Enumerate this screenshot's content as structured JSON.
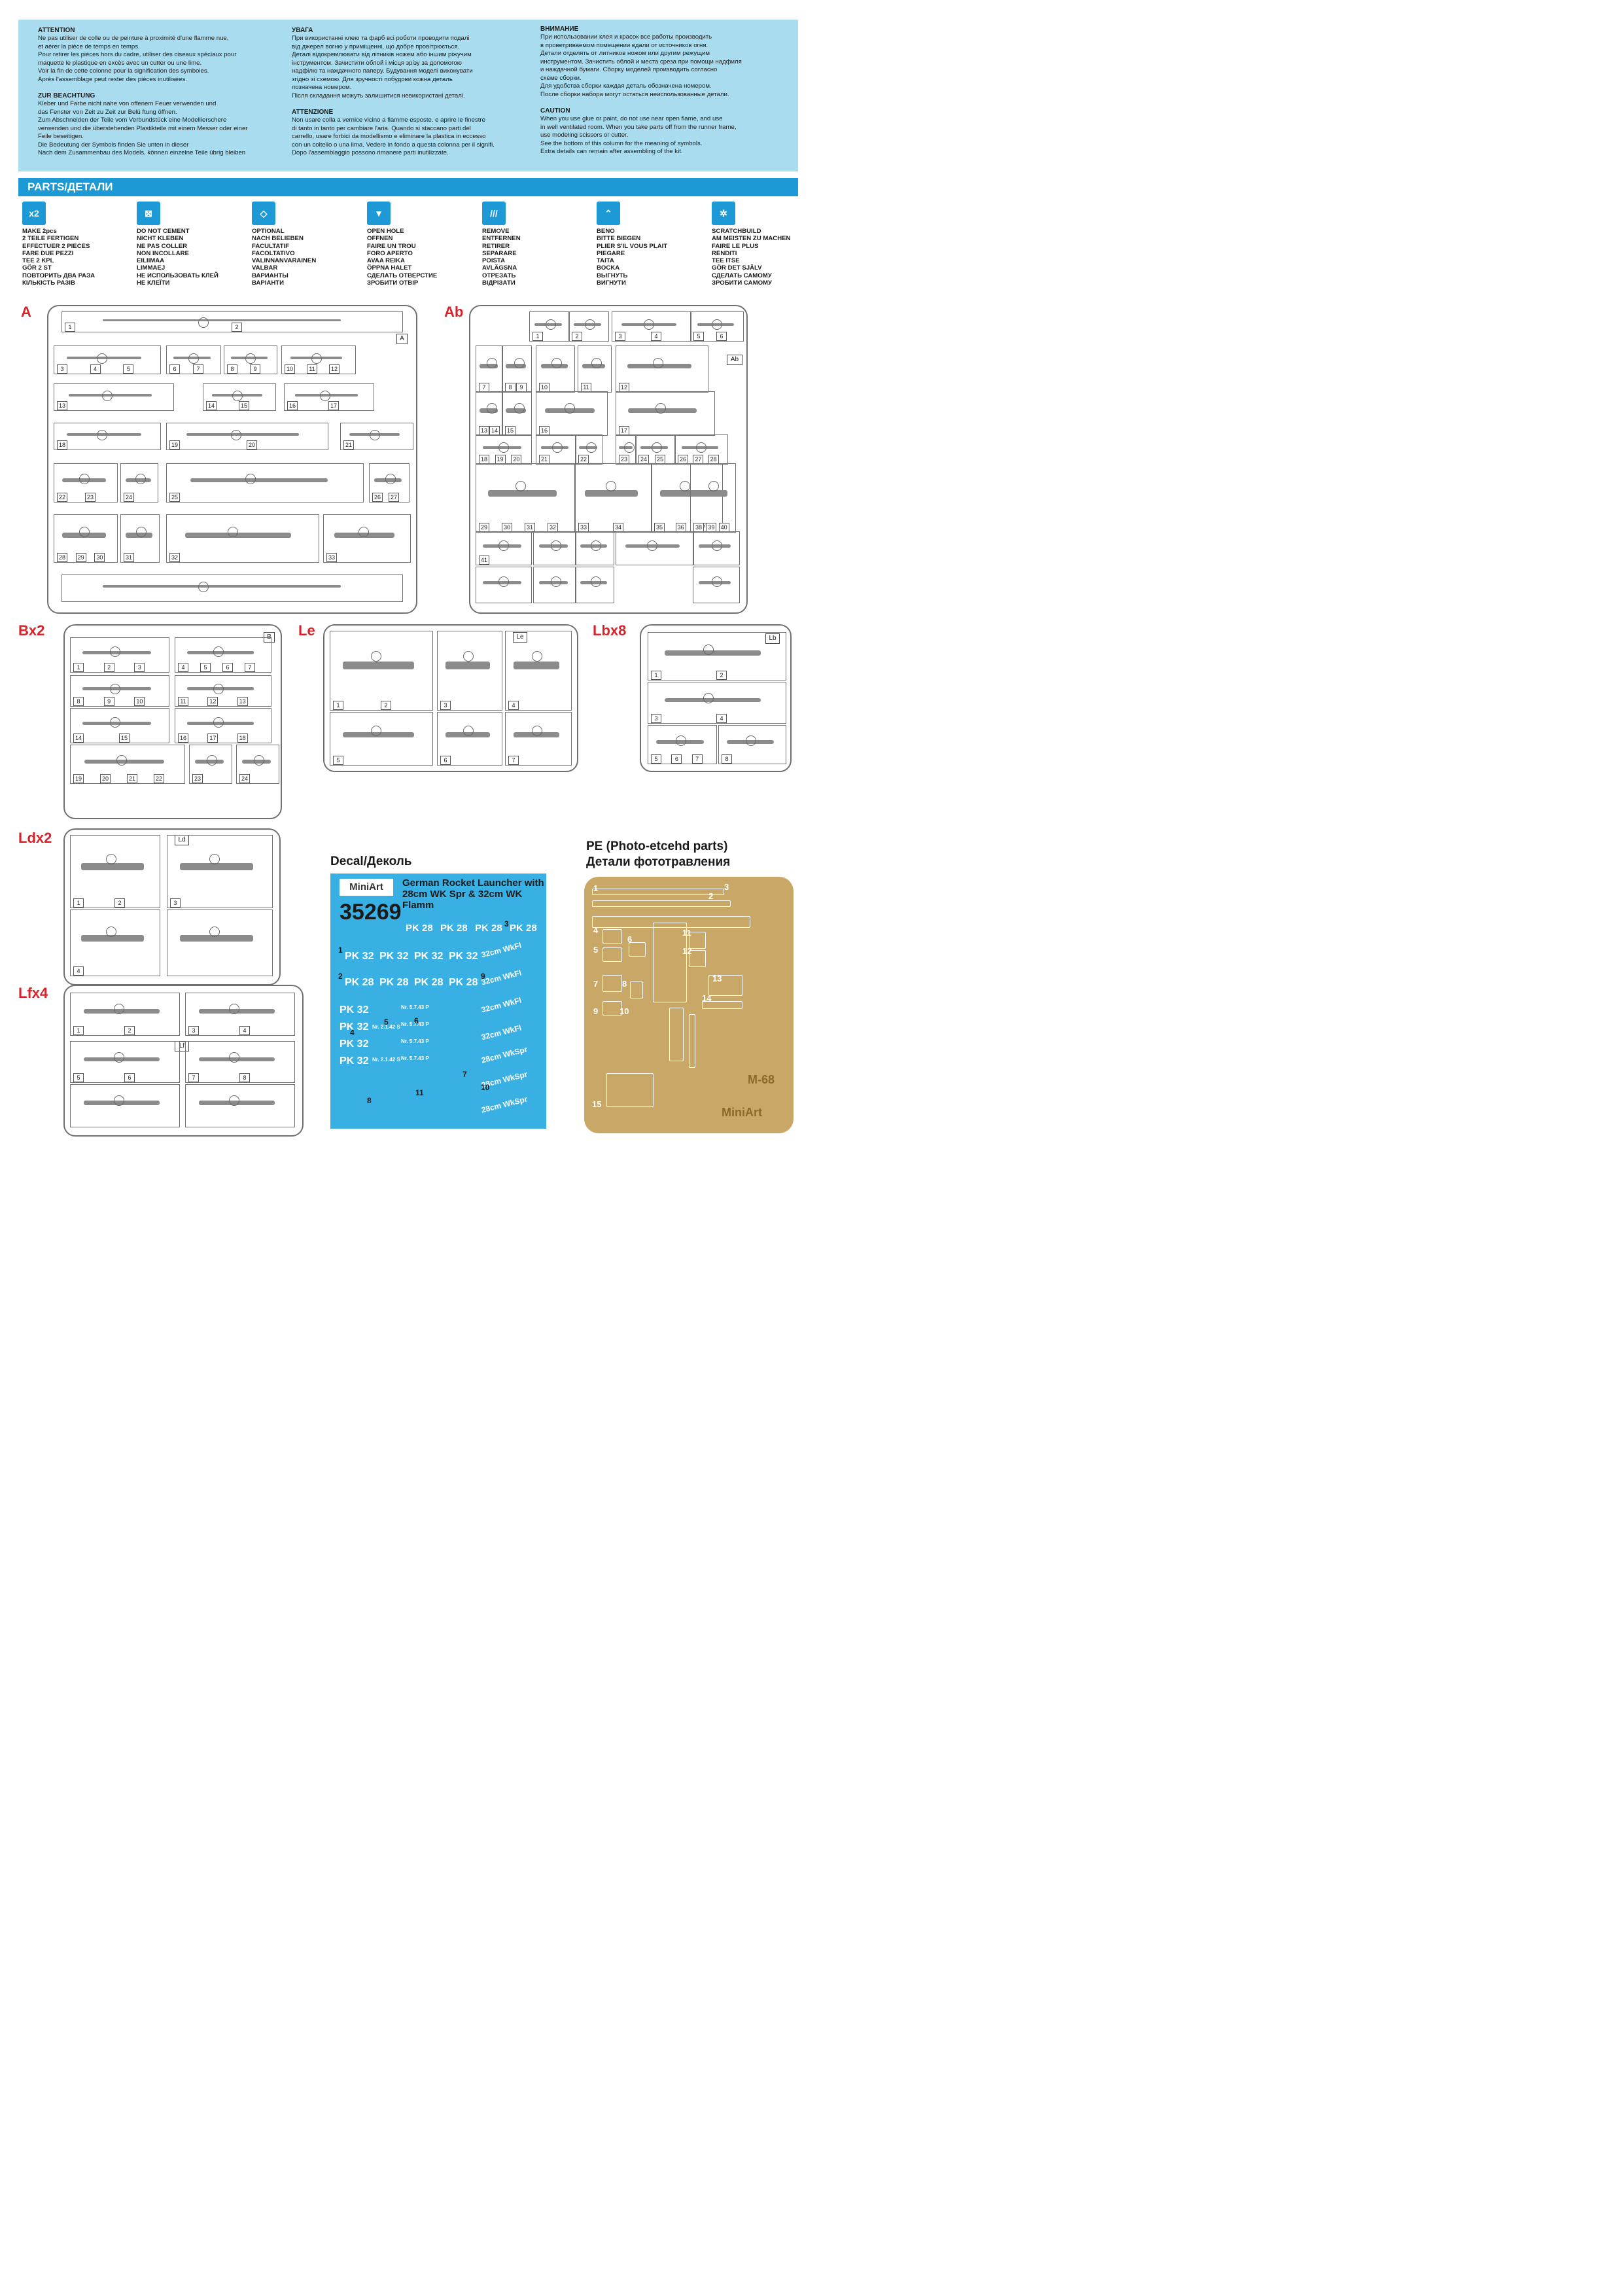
{
  "warnings": {
    "col1": [
      {
        "heading": "ATTENTION",
        "text": "Ne pas utiliser de colle ou de peinture à proximité d'une flamme nue,\net aérer la pièce de temps en temps.\nPour retirer les pièces hors du cadre, utiliser des ciseaux spéciaux pour\nmaquette le plastique en excès avec un cutter ou une lime.\nVoir la fin de cette colonne pour la signification des symboles.\nAprès l'assemblage peut rester des pièces inutilisées."
      },
      {
        "heading": "ZUR BEACHTUNG",
        "text": "Kleber und Farbe nicht nahe von offenem Feuer verwenden und\ndas Fenster von Zeit zu Zeit zur Belü ftung öffnen.\nZum Abschneiden der Teile vom Verbundstück eine Modellierschere\nverwenden und die überstehenden Plastikteile mit einem Messer oder einer\nFeile beseitigen.\nDie Bedeutung der Symbols finden Sie unten in dieser\nNach dem Zusammenbau des Models, können einzelne Teile übrig bleiben"
      }
    ],
    "col2": [
      {
        "heading": "УВАГА",
        "text": "При використанні клею та фарб всі роботи проводити подалі\nвід джерел вогню у приміщенні, що добре провітрюється.\nДеталі відокремлювати від літників ножем або іншим ріжучим\nінструментом. Зачистити облой і місця зрізу за допомогою\nнадфілю та наждачного паперу. Будування моделі виконувати\nзгідно зі схемою. Для зручності побудови кожна деталь\nпозначена номером.\nПісля складання можуть залишитися невикористані деталі."
      },
      {
        "heading": "ATTENZIONE",
        "text": "Non usare colla a vernice vicino a flamme esposte. e aprire le finestre\ndi tanto in tanto per cambiare l'aria. Quando si staccano parti del\ncarrello, usare forbici da modellismo e eliminare la plastica in eccesso\ncon un coltello o una lima. Vedere in fondo a questa colonna per il signifi.\nDopo l'assemblaggio possono rimanere parti inutilizzate."
      }
    ],
    "col3": [
      {
        "heading": "ВНИМАНИЕ",
        "text": "При использовании клея и красок все работы производить\nв проветриваемом помещении вдали от источников огня.\nДетали отделять от литников ножом или другим режущим\nинструментом. Зачистить облой и места среза при помощи надфиля\nи наждачной бумаги. Сборку моделей производить согласно\nсхеме сборки.\nДля удобства сборки каждая деталь обозначена номером.\nПосле сборки набора могут остаться неиспользованные детали."
      },
      {
        "heading": "CAUTION",
        "text": "When you use glue or paint, do not use near open flame, and use\nin well ventilated room. When you take parts off from the runner frame,\nuse modeling scissors or cutter.\nSee the bottom of this column for the meaning of symbols.\nExtra details can remain after assembling of the kit."
      }
    ]
  },
  "parts_header": "PARTS/ДЕТАЛИ",
  "symbols": [
    {
      "icon": "make-two-icon",
      "glyph": "x2",
      "lines": "MAKE 2pcs\n2 TEILE FERTIGEN\nEFFECTUER 2 PIECES\nFARE DUE PEZZI\nTEE 2 KPL\nGÖR 2 ST\nПОВТОРИТЬ ДВА РАЗА\nКІЛЬКІСТЬ РАЗІВ"
    },
    {
      "icon": "do-not-cement-icon",
      "glyph": "⊠",
      "lines": "DO NOT CEMENT\nNICHT KLEBEN\nNE PAS COLLER\nNON INCOLLARE\nEILIIMAA\nLIMMAEJ\nНЕ ИСПОЛЬЗОВАТЬ КЛЕЙ\nНЕ КЛЕЇТИ"
    },
    {
      "icon": "optional-icon",
      "glyph": "◇",
      "lines": "OPTIONAL\nNACH BELIEBEN\nFACULTATIF\nFACOLTATIVO\nVALINNANVARAINEN\nVALBAR\nВАРИАНТЫ\nВАРІАНТИ"
    },
    {
      "icon": "open-hole-icon",
      "glyph": "▼",
      "lines": "OPEN  HOLE\nOFFNEN\nFAIRE UN TROU\nFORO APERTO\nAVAA REIKA\nÖPPNA HALET\nСДЕЛАТЬ ОТВЕРСТИЕ\nЗРОБИТИ ОТВІР"
    },
    {
      "icon": "remove-icon",
      "glyph": "///",
      "lines": "REMOVE\nENTFERNEN\nRETIRER\nSEPARARE\nPOISTA\nAVLÄGSNA\nОТРЕЗАТЬ\nВІДРІЗАТИ"
    },
    {
      "icon": "bend-icon",
      "glyph": "⌃",
      "lines": "BENO\nBITTE BIEGEN\nPLIER S'IL VOUS PLAIT\nPIEGARE\nTAITA\nBOCKA\nВЫГНУТЬ\nВИГНУТИ"
    },
    {
      "icon": "scratchbuild-icon",
      "glyph": "✲",
      "lines": "SCRATCHBUILD\nAM MEISTEN ZU MACHEN\nFAIRE LE PLUS\nRENDITI\nTEE ITSE\nGÖR DET SJÄLV\nСДЕЛАТЬ САМОМУ\nЗРОБИТИ САМОМУ"
    }
  ],
  "sprues": {
    "a": {
      "label": "A",
      "flag": "A",
      "nums": [
        "1",
        "2",
        "3",
        "4",
        "5",
        "6",
        "7",
        "8",
        "9",
        "10",
        "11",
        "12",
        "13",
        "14",
        "15",
        "16",
        "17",
        "18",
        "19",
        "20",
        "21",
        "22",
        "23",
        "24",
        "25",
        "26",
        "27",
        "28",
        "29",
        "30",
        "31",
        "32",
        "33"
      ]
    },
    "ab": {
      "label": "Ab",
      "flag": "Ab",
      "nums": [
        "1",
        "2",
        "3",
        "4",
        "5",
        "6",
        "7",
        "8",
        "9",
        "10",
        "11",
        "12",
        "13",
        "14",
        "15",
        "16",
        "17",
        "18",
        "19",
        "20",
        "21",
        "22",
        "23",
        "24",
        "25",
        "26",
        "27",
        "28",
        "29",
        "30",
        "31",
        "32",
        "33",
        "34",
        "35",
        "36",
        "37",
        "38",
        "39",
        "40",
        "41"
      ]
    },
    "b": {
      "label": "Bx2",
      "flag": "B",
      "nums": [
        "1",
        "2",
        "3",
        "4",
        "5",
        "6",
        "7",
        "8",
        "9",
        "10",
        "11",
        "12",
        "13",
        "14",
        "15",
        "16",
        "17",
        "18",
        "19",
        "20",
        "21",
        "22",
        "23",
        "24"
      ]
    },
    "le": {
      "label": "Le",
      "flag": "Le",
      "nums": [
        "1",
        "2",
        "3",
        "4",
        "5",
        "6",
        "7"
      ]
    },
    "lb": {
      "label": "Lbx8",
      "flag": "Lb",
      "nums": [
        "1",
        "2",
        "3",
        "4",
        "5",
        "6",
        "7",
        "8"
      ]
    },
    "ld": {
      "label": "Ldx2",
      "flag": "Ld",
      "nums": [
        "1",
        "2",
        "3",
        "4"
      ]
    },
    "lf": {
      "label": "Lfx4",
      "flag": "Lf",
      "nums": [
        "1",
        "2",
        "3",
        "4",
        "5",
        "6",
        "7",
        "8"
      ]
    }
  },
  "decal": {
    "title": "Decal/Деколь",
    "brand": "MiniArt",
    "kit_number": "35269",
    "kit_name_line1": "German Rocket Launcher with",
    "kit_name_line2": "28cm WK Spr & 32cm WK Flamm",
    "row_pk28": [
      "PK 28",
      "PK 28",
      "PK 28",
      "PK 28"
    ],
    "row1": [
      "PK 32",
      "PK 32",
      "PK 32",
      "PK 32"
    ],
    "row2": [
      "PK 28",
      "PK 28",
      "PK 28",
      "PK 28"
    ],
    "col4": [
      "PK 32",
      "PK 32",
      "PK 32",
      "PK 32"
    ],
    "flamm": "32cm WkFl",
    "spr": "28cm WkSpr",
    "nr": "Nr. 5.7.43 P",
    "nr2": "Nr. 2.1.42 S",
    "numbers": [
      "1",
      "2",
      "3",
      "4",
      "5",
      "6",
      "7",
      "8",
      "9",
      "10",
      "11"
    ]
  },
  "pe": {
    "title_line1": "PE (Photo-etcehd parts)",
    "title_line2": "Детали фототравления",
    "code": "M-68",
    "brand": "MiniArt",
    "numbers": [
      "1",
      "2",
      "3",
      "4",
      "5",
      "6",
      "7",
      "8",
      "9",
      "10",
      "11",
      "12",
      "13",
      "14",
      "15"
    ]
  }
}
